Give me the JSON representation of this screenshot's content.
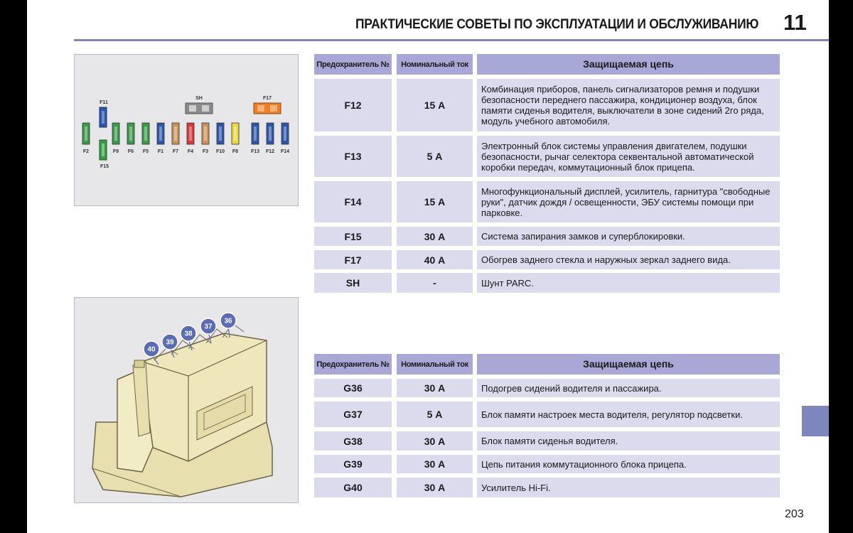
{
  "header": {
    "title": "ПРАКТИЧЕСКИЕ СОВЕТЫ ПО ЭКСПЛУАТАЦИИ И ОБСЛУЖИВАНИЮ",
    "chapter": "11",
    "accent_color": "#7d86bd"
  },
  "page_number": "203",
  "fuse_diagram": {
    "labels": {
      "sh": "SH",
      "f17": "F17",
      "f11": "F11",
      "f15": "F15",
      "bottom": [
        "F2",
        "F9",
        "F6",
        "F5",
        "F1",
        "F7",
        "F4",
        "F3",
        "F10",
        "F8",
        "F13",
        "F12",
        "F14"
      ]
    }
  },
  "relay_diagram": {
    "labels": [
      "40",
      "39",
      "38",
      "37",
      "36"
    ]
  },
  "table1": {
    "headers": [
      "Предохранитель №",
      "Номинальный ток",
      "Защищаемая цепь"
    ],
    "rows": [
      {
        "fuse": "F12",
        "current": "15 А",
        "circuit": "Комбинация приборов, панель сигнализаторов ремня и подушки безопасности переднего пассажира, кондиционер воздуха, блок памяти сиденья водителя, выключатели в зоне сидений 2го ряда, модуль учебного автомобиля."
      },
      {
        "fuse": "F13",
        "current": "5 А",
        "circuit": "Электронный блок системы управления двигателем, подушки безопасности, рычаг селектора секвентальной автоматической коробки передач, коммутационный блок прицепа."
      },
      {
        "fuse": "F14",
        "current": "15 А",
        "circuit": "Многофункциональный дисплей, усилитель, гарнитура \"свободные руки\", датчик дождя / освещенности, ЭБУ системы помощи при парковке."
      },
      {
        "fuse": "F15",
        "current": "30 А",
        "circuit": "Система запирания замков и суперблокировки."
      },
      {
        "fuse": "F17",
        "current": "40 А",
        "circuit": "Обогрев заднего стекла и наружных зеркал заднего вида."
      },
      {
        "fuse": "SH",
        "current": "-",
        "circuit": "Шунт PARC."
      }
    ]
  },
  "table2": {
    "headers": [
      "Предохранитель №",
      "Номинальный ток",
      "Защищаемая цепь"
    ],
    "rows": [
      {
        "fuse": "G36",
        "current": "30 А",
        "circuit": "Подогрев сидений водителя и пассажира."
      },
      {
        "fuse": "G37",
        "current": "5 А",
        "circuit": "Блок памяти настроек места водителя, регулятор подсветки."
      },
      {
        "fuse": "G38",
        "current": "30 А",
        "circuit": "Блок памяти сиденья водителя."
      },
      {
        "fuse": "G39",
        "current": "30 А",
        "circuit": "Цепь питания коммутационного блока прицепа."
      },
      {
        "fuse": "G40",
        "current": "30 А",
        "circuit": "Усилитель Hi-Fi."
      }
    ]
  }
}
